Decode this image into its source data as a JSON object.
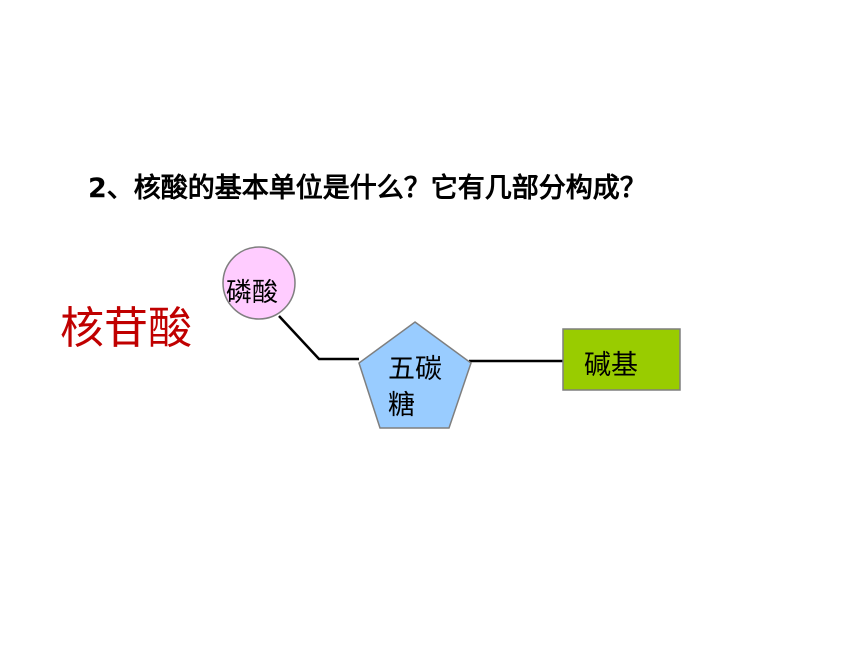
{
  "question": "2、核酸的基本单位是什么？它有几部分构成？",
  "term": "核苷酸",
  "diagram": {
    "phosphate": {
      "label": "磷酸",
      "fill": "#ffccff",
      "stroke": "#7f7f7f"
    },
    "sugar": {
      "label": "五碳糖",
      "fill": "#99ccff",
      "stroke": "#7f7f7f"
    },
    "base": {
      "label": "碱基",
      "fill": "#99cc00",
      "stroke": "#7f7f7f"
    }
  },
  "colors": {
    "term": "#c00000",
    "text": "#000000",
    "connector": "#000000"
  }
}
